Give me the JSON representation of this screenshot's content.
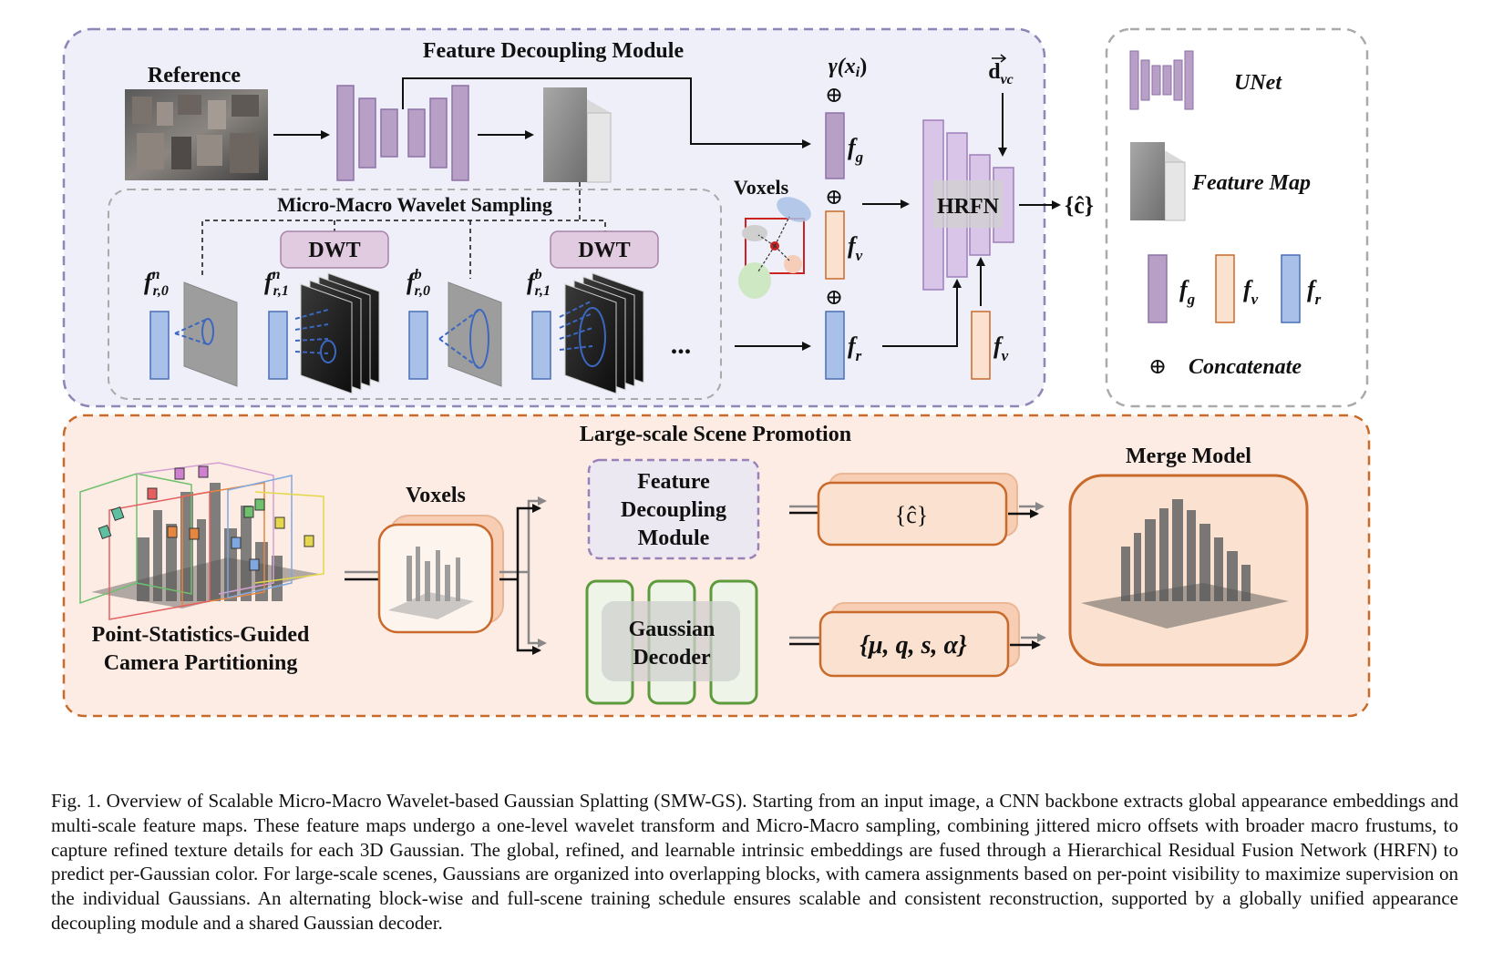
{
  "top_module": {
    "title": "Feature Decoupling Module",
    "reference_label": "Reference",
    "sampling_title": "Micro-Macro Wavelet Sampling",
    "dwt_label": "DWT",
    "ellipsis": "...",
    "voxels_label": "Voxels",
    "gamma_label": "γ(x",
    "gamma_sub": "i",
    "gamma_close": ")",
    "direction_label": "d",
    "direction_sub": "vc",
    "hrfn_label": "HRFN",
    "output_label": "{ĉ}",
    "plus": "⊕",
    "feat_f": "f",
    "sub_g": "g",
    "sub_v": "v",
    "sub_r": "r",
    "sample_labels": [
      {
        "sup": "n",
        "sub": "r,0"
      },
      {
        "sup": "n",
        "sub": "r,1"
      },
      {
        "sup": "b",
        "sub": "r,0"
      },
      {
        "sup": "b",
        "sub": "r,1"
      }
    ]
  },
  "legend": {
    "unet": "UNet",
    "feature_map": "Feature Map",
    "concatenate": "Concatenate"
  },
  "bottom_module": {
    "title": "Large-scale Scene Promotion",
    "partition_line1": "Point-Statistics-Guided",
    "partition_line2": "Camera Partitioning",
    "voxels_label": "Voxels",
    "fdm_line1": "Feature",
    "fdm_line2": "Decoupling",
    "fdm_line3": "Module",
    "decoder_line1": "Gaussian",
    "decoder_line2": "Decoder",
    "color_output": "{ĉ}",
    "params_output": "{μ, q, s, α}",
    "merge_label": "Merge Model"
  },
  "colors": {
    "purple": "#b79fc5",
    "purple_border": "#8d72a8",
    "blue": "#a9c1e8",
    "blue_border": "#4a6fb5",
    "orange_fill": "#fbe1cf",
    "orange_border": "#c96a2a",
    "green_border": "#5c9a3c",
    "top_bg": "#eeeff8",
    "bottom_bg": "#fdece4"
  },
  "caption": "Fig. 1.  Overview of Scalable Micro-Macro Wavelet-based Gaussian Splatting (SMW-GS). Starting from an input image, a CNN backbone extracts global appearance embeddings and multi-scale feature maps. These feature maps undergo a one-level wavelet transform and Micro-Macro sampling, combining jittered micro offsets with broader macro frustums, to capture refined texture details for each 3D Gaussian. The global, refined, and learnable intrinsic embeddings are fused through a Hierarchical Residual Fusion Network (HRFN) to predict per-Gaussian color. For large-scale scenes, Gaussians are organized into overlapping blocks, with camera assignments based on per-point visibility to maximize supervision on the individual Gaussians. An alternating block-wise and full-scene training schedule ensures scalable and consistent reconstruction, supported by a globally unified appearance decoupling module and a shared Gaussian decoder."
}
